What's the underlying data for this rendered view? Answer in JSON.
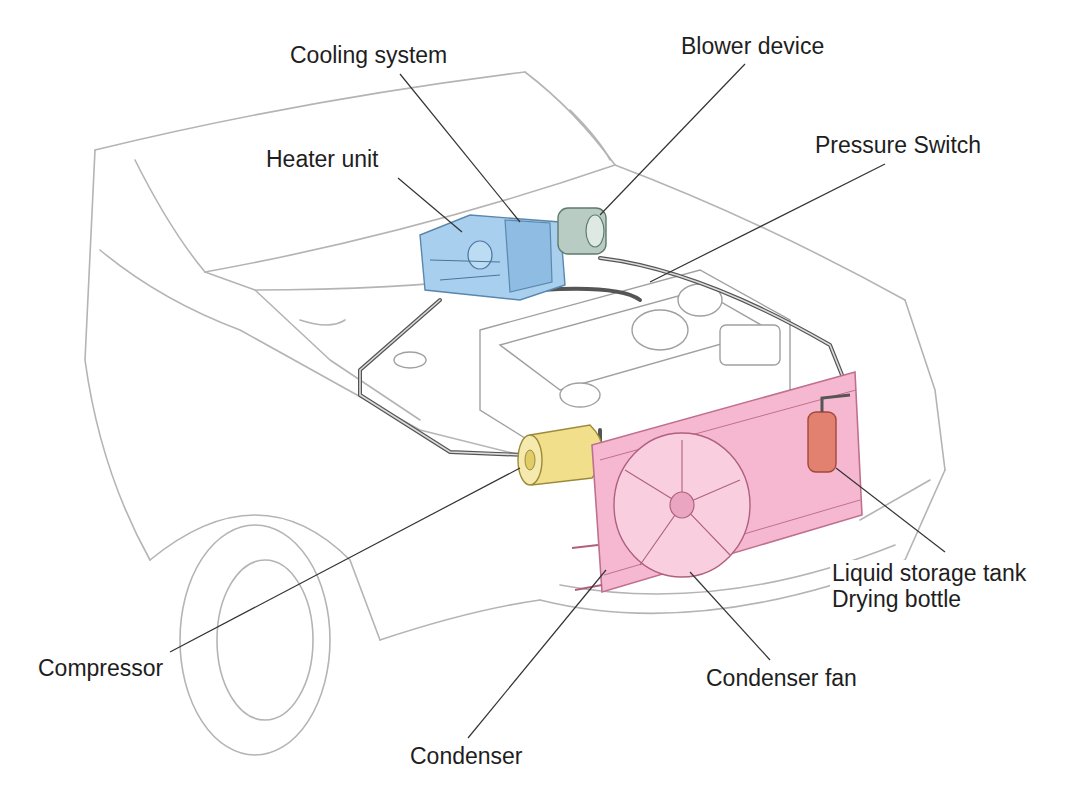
{
  "diagram": {
    "labels": [
      "Cooling system",
      "Blower device",
      "Heater unit",
      "Pressure Switch",
      "Liquid storage tank",
      "Drying bottle",
      "Condenser fan",
      "Compressor",
      "Condenser"
    ]
  }
}
